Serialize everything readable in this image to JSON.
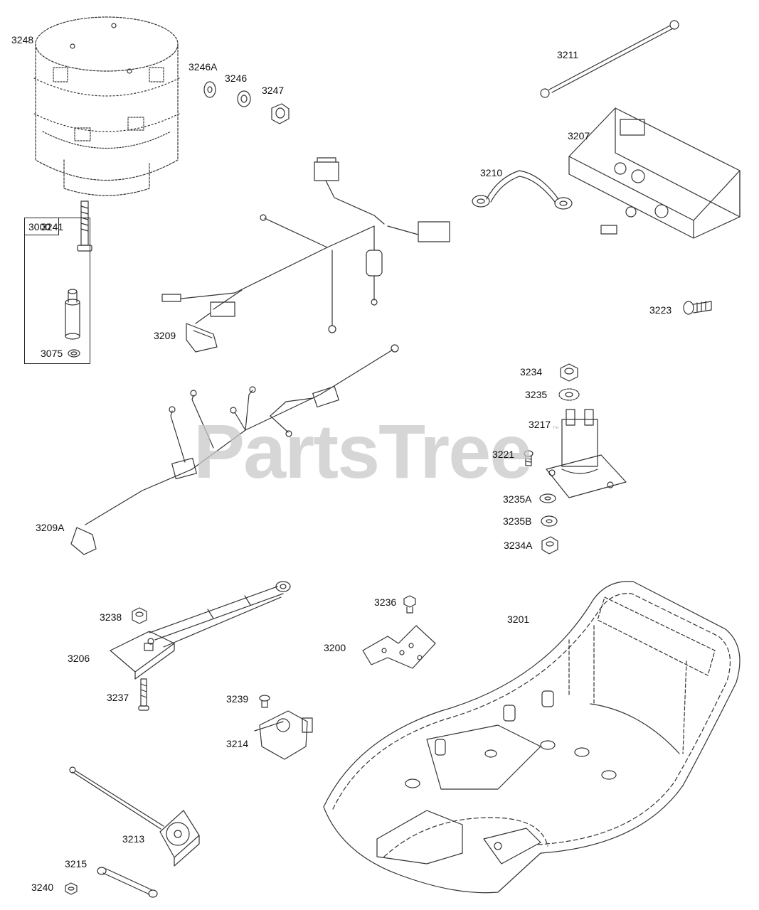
{
  "diagram": {
    "watermark": "PartsTree",
    "trademark": "™",
    "kit": {
      "label": "3000"
    },
    "callouts": {
      "3248": "3248",
      "3246A": "3246A",
      "3246": "3246",
      "3247": "3247",
      "3211": "3211",
      "3207": "3207",
      "3210": "3210",
      "3241": "3241",
      "3075": "3075",
      "3209": "3209",
      "3223": "3223",
      "3234": "3234",
      "3235": "3235",
      "3217": "3217",
      "3221": "3221",
      "3235A": "3235A",
      "3235B": "3235B",
      "3234A": "3234A",
      "3209A": "3209A",
      "3236": "3236",
      "3201": "3201",
      "3238": "3238",
      "3206": "3206",
      "3200": "3200",
      "3237": "3237",
      "3239": "3239",
      "3214": "3214",
      "3213": "3213",
      "3215": "3215",
      "3240": "3240"
    }
  }
}
